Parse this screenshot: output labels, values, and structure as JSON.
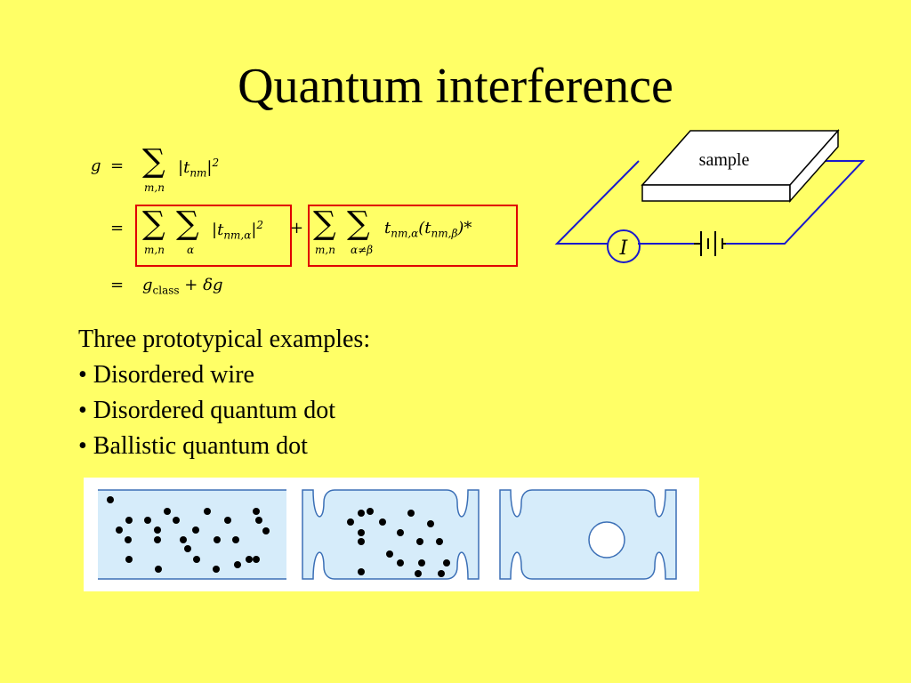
{
  "slide": {
    "title": "Quantum interference"
  },
  "equations": {
    "g": "g",
    "eq": "=",
    "sum": "∑",
    "sub_mn": "m,n",
    "sub_alpha": "α",
    "sub_alpha_neq_beta": "α≠β",
    "term1": "|t",
    "term1_sub": "nm",
    "term1_sup": "2",
    "term2_sub": "nm,α",
    "plus": "+",
    "term3": "t",
    "term3_sub": "nm,α",
    "term3_paren_open": "(t",
    "term3_paren_sub": "nm,β",
    "term3_paren_close": ")*",
    "g_class": "g",
    "g_class_sub": "class",
    "delta_g": "+ δg",
    "highlight_color": "#e00000"
  },
  "circuit": {
    "sample_label": "sample",
    "current_label": "I"
  },
  "examples": {
    "intro": "Three prototypical examples:",
    "items": [
      "• Disordered wire",
      "• Disordered quantum dot",
      "• Ballistic quantum dot"
    ]
  },
  "colors": {
    "background": "#ffff66",
    "line_blue": "#1a1acc",
    "panel_fill": "#d6ecfa",
    "panel_border": "#3b6fb6"
  }
}
